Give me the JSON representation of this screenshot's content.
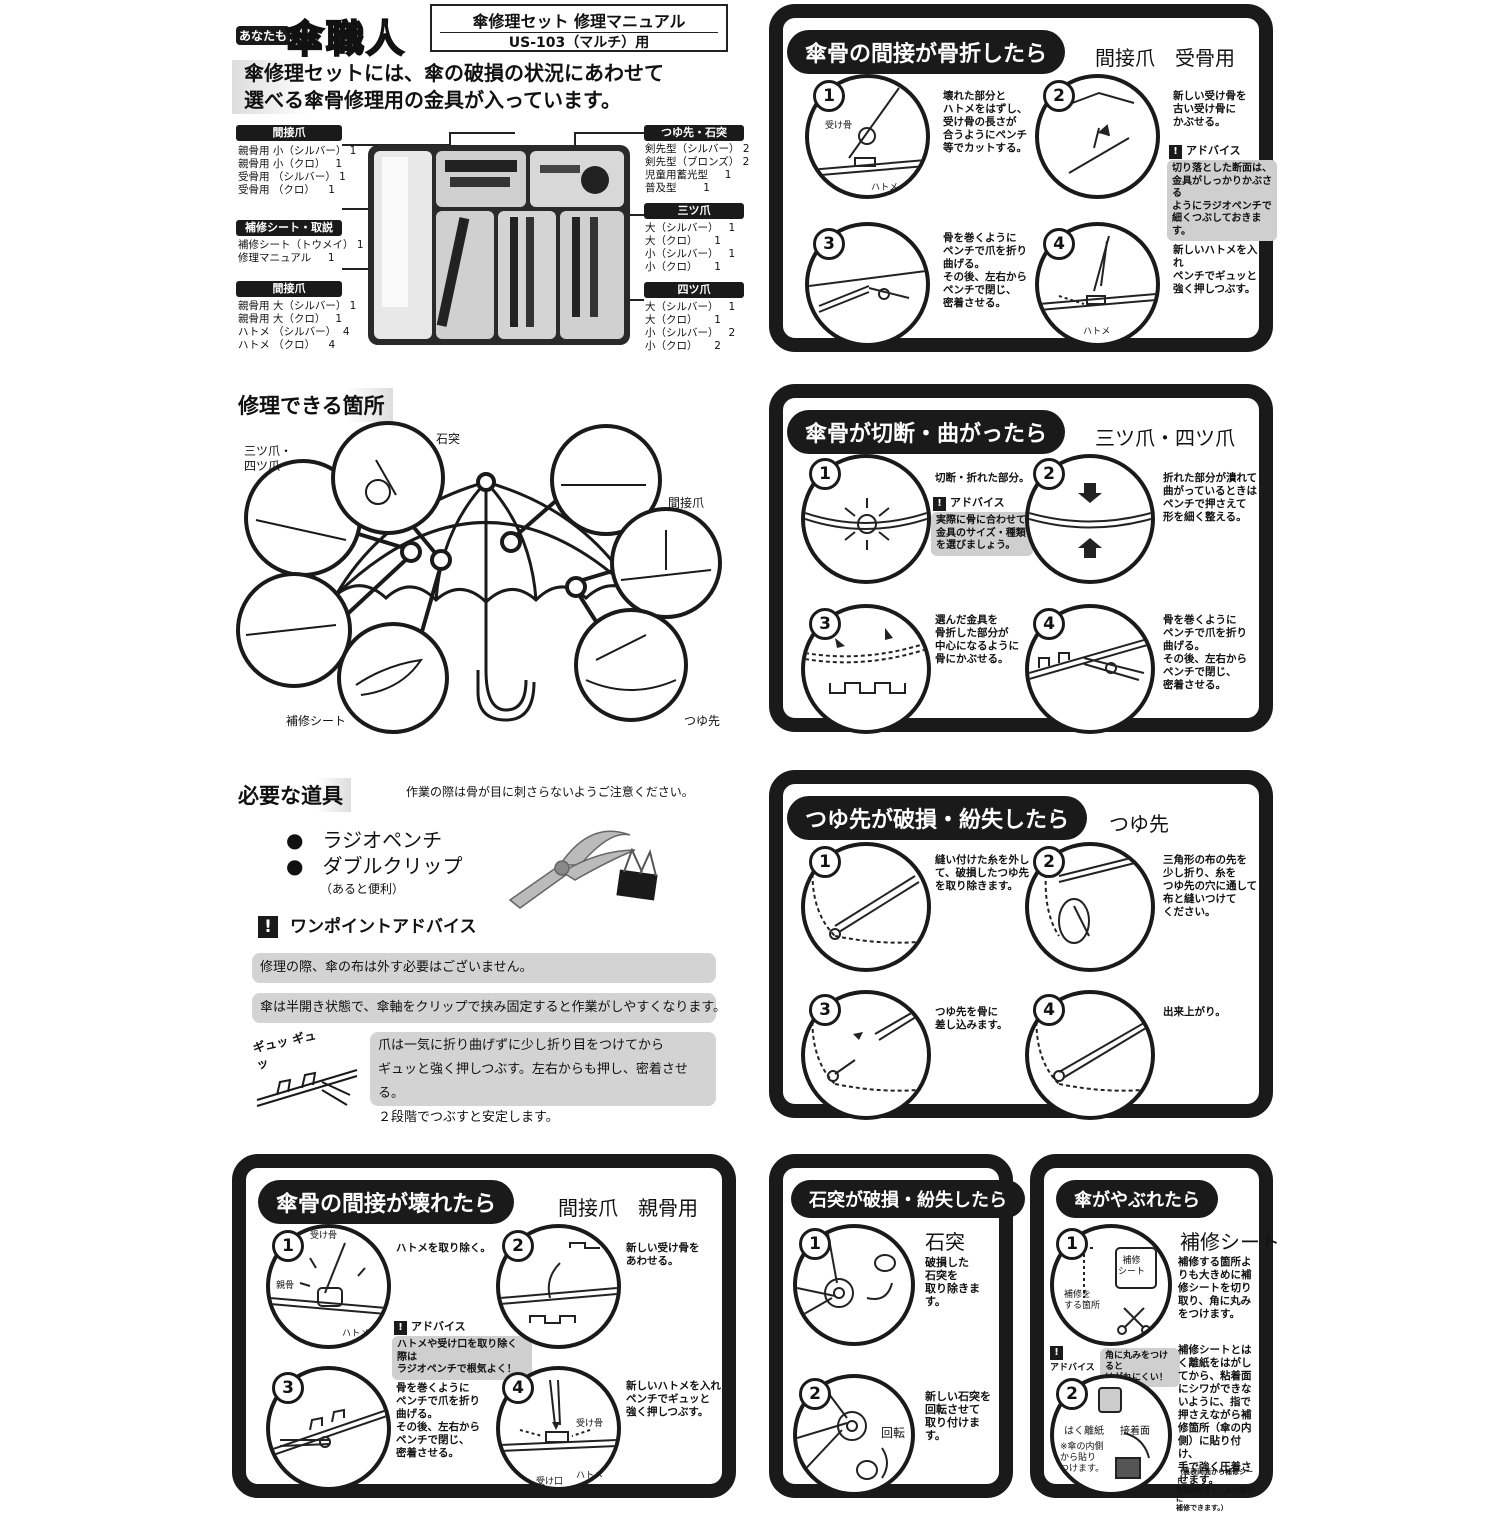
{
  "header": {
    "brand_small": "あなたも",
    "brand": "傘職人",
    "title": "傘修理セット 修理マニュアル",
    "model": "US-103（マルチ）用",
    "intro_line1": "傘修理セットには、傘の破損の状況にあわせて",
    "intro_line2": "選べる傘骨修理用の金具が入っています。"
  },
  "parts": {
    "kansetsu1": {
      "label": "間接爪",
      "items": "親骨用 小（シルバー） 1\n親骨用 小（クロ）   1\n受骨用 （シルバー） 1\n受骨用 （クロ）    1"
    },
    "hoshu": {
      "label": "補修シート・取説",
      "items": "補修シート（トウメイ） 1\n修理マニュアル     1"
    },
    "kansetsu2": {
      "label": "間接爪",
      "items": "親骨用 大（シルバー） 1\n親骨用 大（クロ）   1\nハトメ （シルバー）  4\nハトメ （クロ）    4"
    },
    "tsuyusaki": {
      "label": "つゆ先・石突",
      "items": "剣先型（シルバー） 2\n剣先型（ブロンズ） 2\n児童用蓄光型     1\n普及型        1"
    },
    "mitsu": {
      "label": "三ツ爪",
      "items": "大（シルバー）   1\n大（クロ）     1\n小（シルバー）   1\n小（クロ）     1"
    },
    "yotsu": {
      "label": "四ツ爪",
      "items": "大（シルバー）   1\n大（クロ）     1\n小（シルバー）   2\n小（クロ）     2"
    }
  },
  "repairable": {
    "title": "修理できる箇所",
    "labels": {
      "mitsu": "三ツ爪・\n四ツ爪",
      "ishizuki": "石突",
      "kansetsu": "間接爪",
      "hoshu": "補修シート",
      "tsuyusaki": "つゆ先"
    }
  },
  "tools": {
    "title": "必要な道具",
    "caution": "作業の際は骨が目に刺さらないようご注意ください。",
    "item1": "ラジオペンチ",
    "item2": "ダブルクリップ",
    "item2_note": "（あると便利）",
    "onepoint": "ワンポイントアドバイス",
    "tip1": "修理の際、傘の布は外す必要はございません。",
    "tip2": "傘は半開き状態で、傘軸をクリップで挟み固定すると作業がしやすくなります。",
    "tip3_1": "爪は一気に折り曲げずに少し折り目をつけてから",
    "tip3_2": "ギュッと強く押しつぶす。左右からも押し、密着させる。",
    "tip3_3": "２段階でつぶすと安定します。",
    "sfx": "ギュッ ギュッ"
  },
  "panel1": {
    "title": "傘骨の間接が骨折したら",
    "sub": "間接爪　受骨用",
    "s1": "壊れた部分と\nハトメをはずし、\n受け骨の長さが\n合うようにペンチ\n等でカットする。",
    "s1_l1": "受け骨",
    "s1_l2": "ハトメ",
    "s2": "新しい受け骨を\n古い受け骨に\nかぶせる。",
    "adv": "アドバイス",
    "adv_text": "切り落とした断面は、\n金具がしっかりかぶさる\nようにラジオペンチで\n細くつぶしておきます。",
    "s3": "骨を巻くように\nペンチで爪を折り\n曲げる。\nその後、左右から\nペンチで閉じ、\n密着させる。",
    "s4": "新しいハトメを入れ\nペンチでギュッと\n強く押しつぶす。",
    "s4_l1": "ハトメ"
  },
  "panel2": {
    "title": "傘骨が切断・曲がったら",
    "sub": "三ツ爪・四ツ爪",
    "s1": "切断・折れた部分。",
    "adv": "アドバイス",
    "adv_text": "実際に骨に合わせて\n金具のサイズ・種類\nを選びましょう。",
    "s2": "折れた部分が潰れて\n曲がっているときは\nペンチで押さえて\n形を細く整える。",
    "s3": "選んだ金具を\n骨折した部分が\n中心になるように\n骨にかぶせる。",
    "s4": "骨を巻くように\nペンチで爪を折り\n曲げる。\nその後、左右から\nペンチで閉じ、\n密着させる。"
  },
  "panel3": {
    "title": "つゆ先が破損・紛失したら",
    "sub": "つゆ先",
    "s1": "縫い付けた糸を外し\nて、破損したつゆ先\nを取り除きます。",
    "s2": "三角形の布の先を\n少し折り、糸を\nつゆ先の穴に通して\n布と縫いつけて\nください。",
    "s3": "つゆ先を骨に\n差し込みます。",
    "s4": "出来上がり。"
  },
  "panel4": {
    "title": "傘骨の間接が壊れたら",
    "sub": "間接爪　親骨用",
    "s1": "ハトメを取り除く。",
    "s1_l1": "受け骨",
    "s1_l2": "親骨",
    "s1_l3": "ハトメ",
    "adv": "アドバイス",
    "adv_text": "ハトメや受け口を取り除く際は\nラジオペンチで根気よく！",
    "s2": "新しい受け骨を\nあわせる。",
    "s3": "骨を巻くように\nペンチで爪を折り\n曲げる。\nその後、左右から\nペンチで閉じ、\n密着させる。",
    "s4": "新しいハトメを入れ\nペンチでギュッと\n強く押しつぶす。",
    "s4_l1": "受け骨",
    "s4_l2": "受け口",
    "s4_l3": "ハトメ"
  },
  "panel5": {
    "title": "石突が破損・紛失したら",
    "sub": "石突",
    "s1": "破損した\n石突を\n取り除きます。",
    "s2": "新しい石突を\n回転させて\n取り付けます。",
    "s2_l1": "回転"
  },
  "panel6": {
    "title": "傘がやぶれたら",
    "sub": "補修シート",
    "s1": "補修する箇所よ\nりも大きめに補\n修シートを切り\n取り、角に丸み\nをつけます。",
    "s1_l1": "補修を\nする箇所",
    "s1_l2": "補修\nシート",
    "adv": "アドバイス",
    "adv_text": "角に丸みをつけると\nはがれにくい！",
    "s2": "補修シートとは\nく離紙をはがし\nてから、粘着面\nにシワができな\nいように、指で\n押さえながら補\n修箇所（傘の内\n側）に貼り付け、\n手で強く圧着さ\nせます。",
    "s2_l1": "はく離紙",
    "s2_l2": "接着面",
    "s2_l3": "※傘の内側\nから貼り\nつけます。",
    "note": "（裏表両面から補修シート\nを貼付けると、より強力に\n補修できます。）"
  }
}
